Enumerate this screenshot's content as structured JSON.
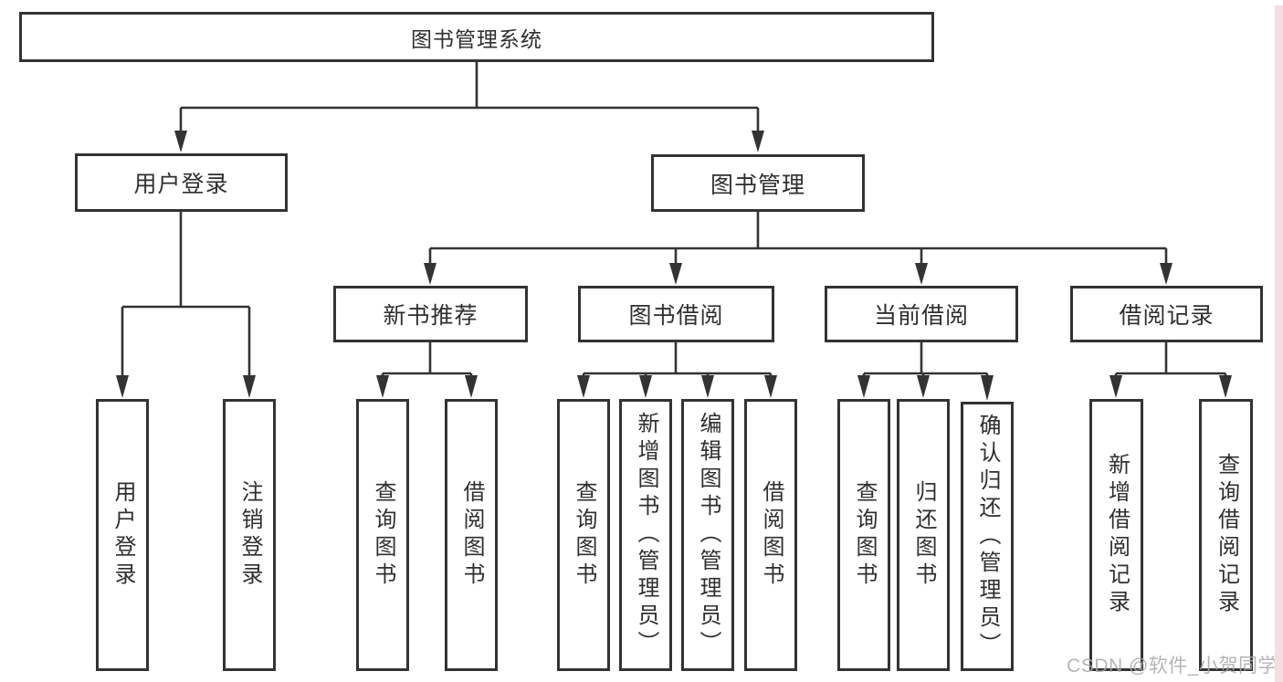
{
  "tree": {
    "label": "图书管理系统",
    "children": [
      {
        "label": "用户登录",
        "children": [
          {
            "label": "用户登录"
          },
          {
            "label": "注销登录"
          }
        ]
      },
      {
        "label": "图书管理",
        "children": [
          {
            "label": "新书推荐",
            "children": [
              {
                "label": "查询图书"
              },
              {
                "label": "借阅图书"
              }
            ]
          },
          {
            "label": "图书借阅",
            "children": [
              {
                "label": "查询图书"
              },
              {
                "label": "新增图书（管理员）"
              },
              {
                "label": "编辑图书（管理员）"
              },
              {
                "label": "借阅图书"
              }
            ]
          },
          {
            "label": "当前借阅",
            "children": [
              {
                "label": "查询图书"
              },
              {
                "label": "归还图书"
              },
              {
                "label": "确认归还（管理员）"
              }
            ]
          },
          {
            "label": "借阅记录",
            "children": [
              {
                "label": "新增借阅记录"
              },
              {
                "label": "查询借阅记录"
              }
            ]
          }
        ]
      }
    ]
  },
  "watermark": {
    "text": "CSDN @软件_小贺同学",
    "color": "#a8a8ac",
    "strip_color": "#f5dde1"
  },
  "colors": {
    "line": "#333333",
    "box_border": "#333333",
    "box_background": "#ffffff",
    "page_background": "#ffffff",
    "text": "#2f2f2f"
  }
}
